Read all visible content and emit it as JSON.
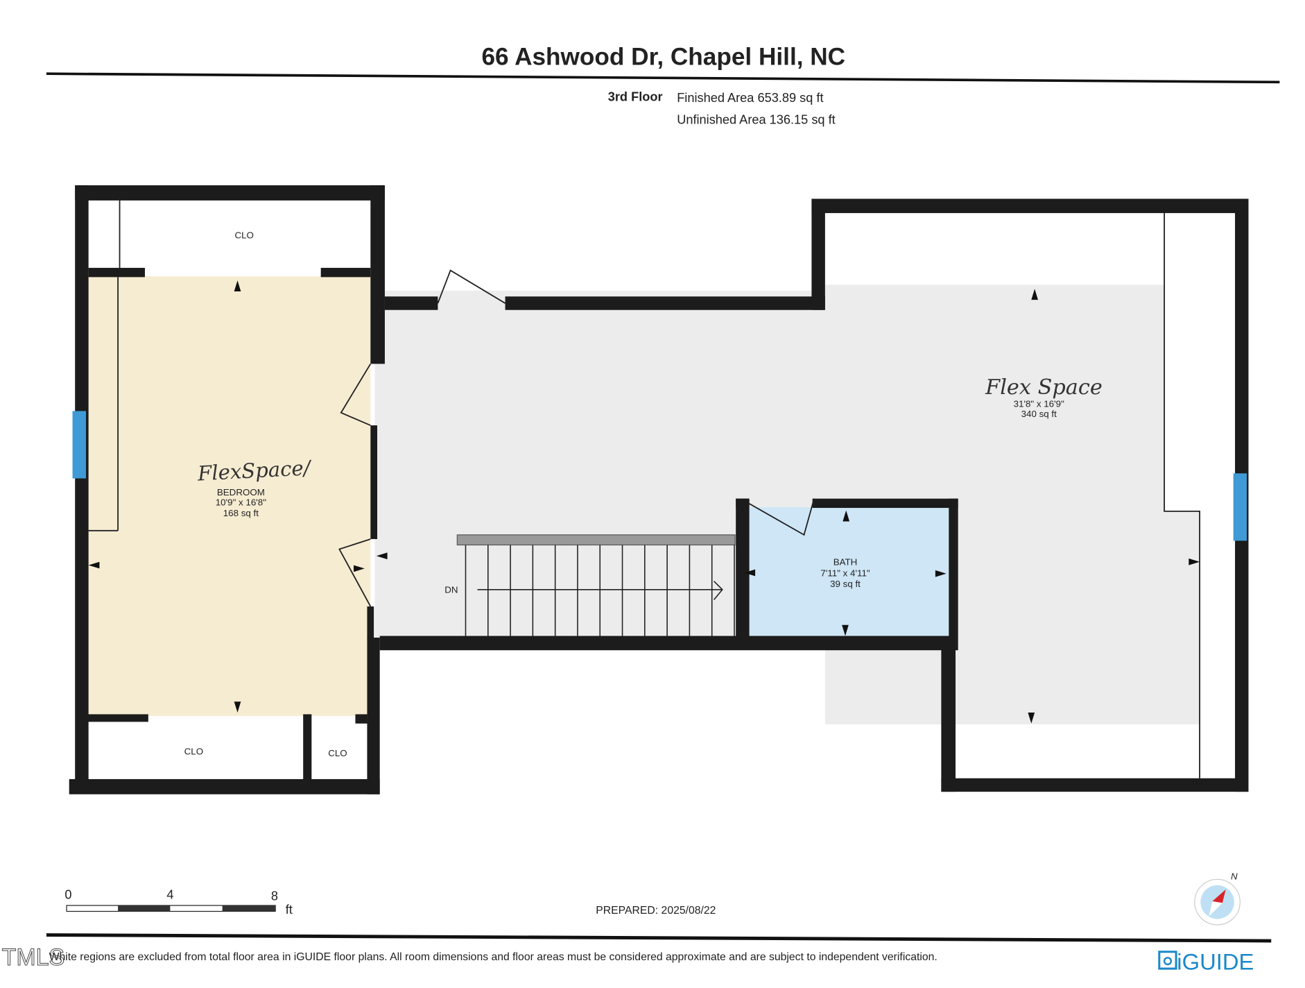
{
  "header": {
    "title": "66 Ashwood Dr, Chapel Hill, NC",
    "floor": "3rd Floor",
    "finished_area": "Finished Area 653.89 sq ft",
    "unfinished_area": "Unfinished Area 136.15 sq ft"
  },
  "rooms": {
    "bedroom": {
      "handwritten": "FlexSpace/",
      "name": "BEDROOM",
      "dims": "10'9\" x 16'8\"",
      "area": "168 sq ft"
    },
    "flex": {
      "handwritten": "Flex Space",
      "dims": "31'8\" x 16'9\"",
      "area": "340 sq ft"
    },
    "bath": {
      "name": "BATH",
      "dims": "7'11\" x 4'11\"",
      "area": "39 sq ft"
    },
    "clo_top": "CLO",
    "clo_bottom_left": "CLO",
    "clo_bottom_right": "CLO",
    "stairs": "DN"
  },
  "scale": {
    "ticks": [
      "0",
      "4",
      "8"
    ],
    "unit": "ft"
  },
  "prepared": "PREPARED: 2025/08/22",
  "compass": {
    "label": "N"
  },
  "footer": {
    "disclaimer": "White regions are excluded from total floor area in iGUIDE floor plans. All room dimensions and floor areas must be considered approximate and are subject to independent verification.",
    "watermark": "TMLS",
    "brand": "iGUIDE"
  },
  "colors": {
    "bedroom_fill": "#f6ecd2",
    "bath_fill": "#cfe6f6",
    "hall_fill": "#ececec",
    "window": "#3f9ad6",
    "brand": "#1b88c9",
    "wall": "#1c1c1c"
  }
}
